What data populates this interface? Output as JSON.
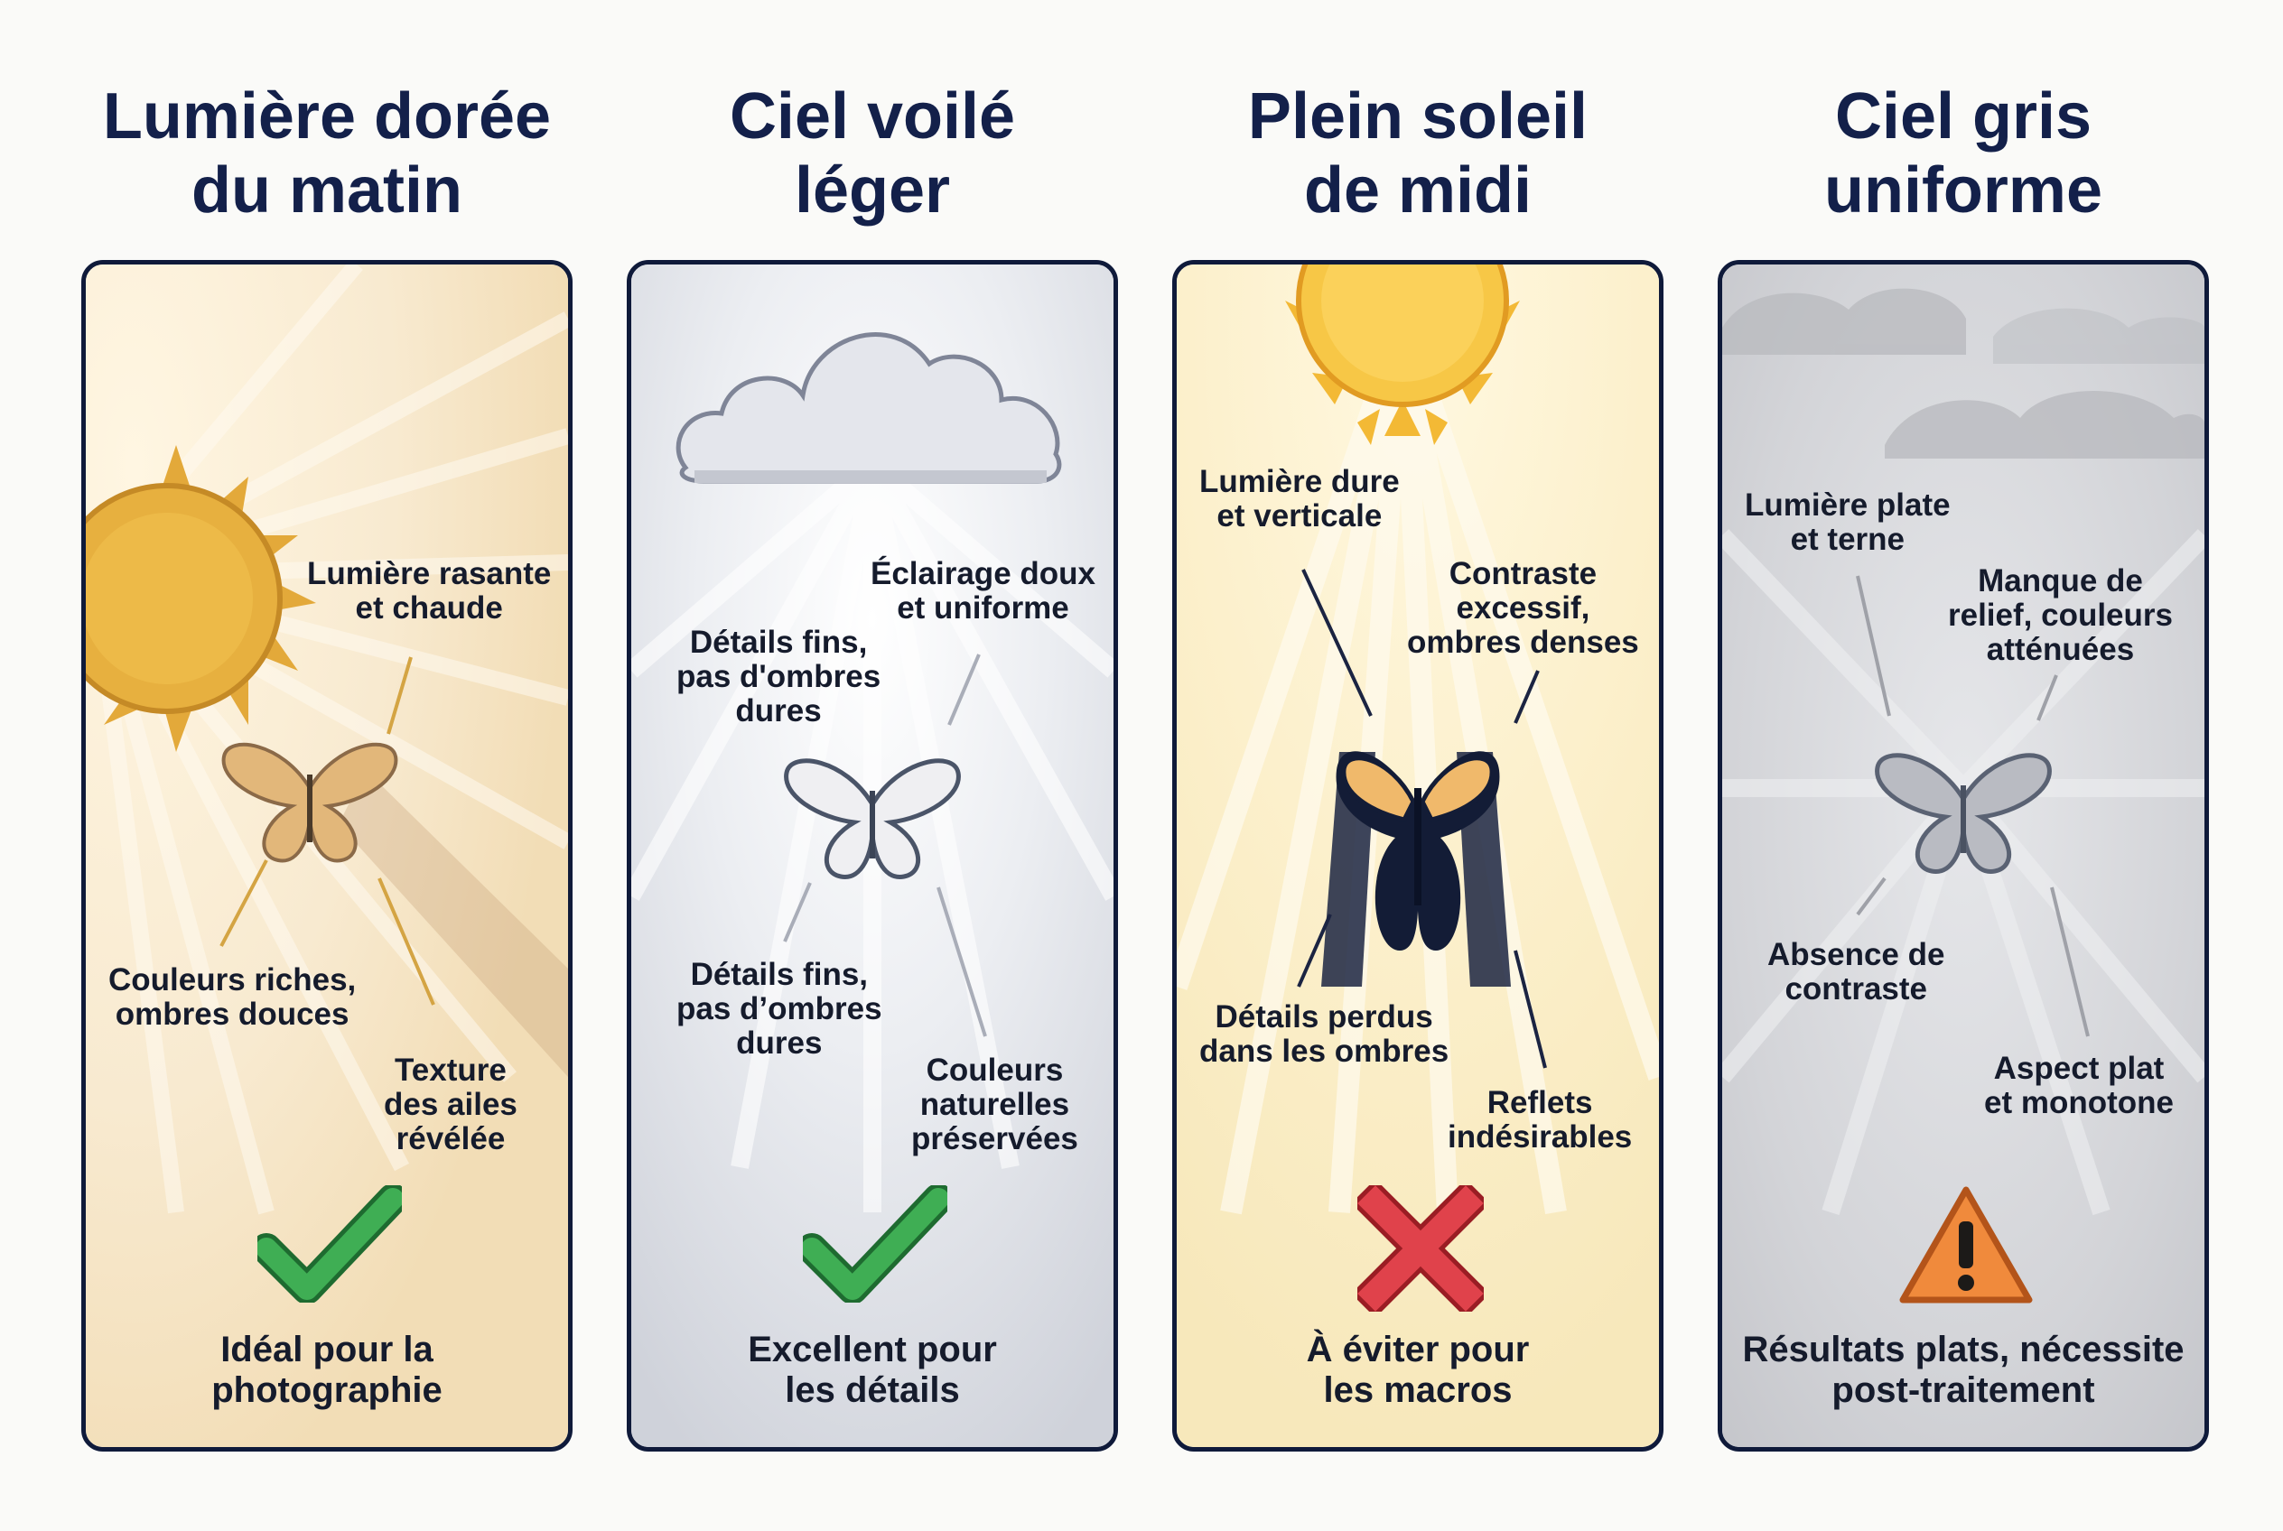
{
  "panels": [
    {
      "title_line1": "Lumière dorée",
      "title_line2": "du matin",
      "labels": [
        {
          "line1": "Lumière rasante",
          "line2": "et chaude"
        },
        {
          "line1": "Couleurs riches,",
          "line2": "ombres douces"
        },
        {
          "line1": "Texture",
          "line2": "des ailes",
          "line3": "révélée"
        }
      ],
      "verdict_line1": "Idéal pour la",
      "verdict_line2": "photographie",
      "verdict_icon": "check-icon"
    },
    {
      "title_line1": "Ciel voilé",
      "title_line2": "léger",
      "labels": [
        {
          "line1": "Éclairage doux",
          "line2": "et uniforme"
        },
        {
          "line1": "Détails fins,",
          "line2": "pas d'ombres",
          "line3": "dures"
        },
        {
          "line1": "Détails fins,",
          "line2": "pas d’ombres",
          "line3": "dures"
        },
        {
          "line1": "Couleurs",
          "line2": "naturelles",
          "line3": "préservées"
        }
      ],
      "verdict_line1": "Excellent pour",
      "verdict_line2": "les détails",
      "verdict_icon": "check-icon"
    },
    {
      "title_line1": "Plein soleil",
      "title_line2": "de midi",
      "labels": [
        {
          "line1": "Lumière dure",
          "line2": "et verticale"
        },
        {
          "line1": "Contraste",
          "line2": "excessif,",
          "line3": "ombres denses"
        },
        {
          "line1": "Détails perdus",
          "line2": "dans les ombres"
        },
        {
          "line1": "Reflets",
          "line2": "indésirables"
        }
      ],
      "verdict_line1": "À éviter pour",
      "verdict_line2": "les macros",
      "verdict_icon": "cross-icon"
    },
    {
      "title_line1": "Ciel gris",
      "title_line2": "uniforme",
      "labels": [
        {
          "line1": "Lumière plate",
          "line2": "et terne"
        },
        {
          "line1": "Manque de",
          "line2": "relief, couleurs",
          "line3": "atténuées"
        },
        {
          "line1": "Absence de",
          "line2": "contraste"
        },
        {
          "line1": "Aspect plat",
          "line2": "et monotone"
        }
      ],
      "verdict_line1": "Résultats plats, nécessite",
      "verdict_line2": "post-traitement",
      "verdict_icon": "warning-icon"
    }
  ],
  "colors": {
    "outline": "#0f1a3a",
    "golden_bg": "#f4e2bf",
    "overcast_bg": "#d6d8df",
    "noon_bg": "#fbeec8",
    "gray_bg": "#c9cacf",
    "sun": "#f5c542",
    "check_green": "#3fae54",
    "cross_red": "#e0424b",
    "warning_orange": "#f08a3c"
  }
}
